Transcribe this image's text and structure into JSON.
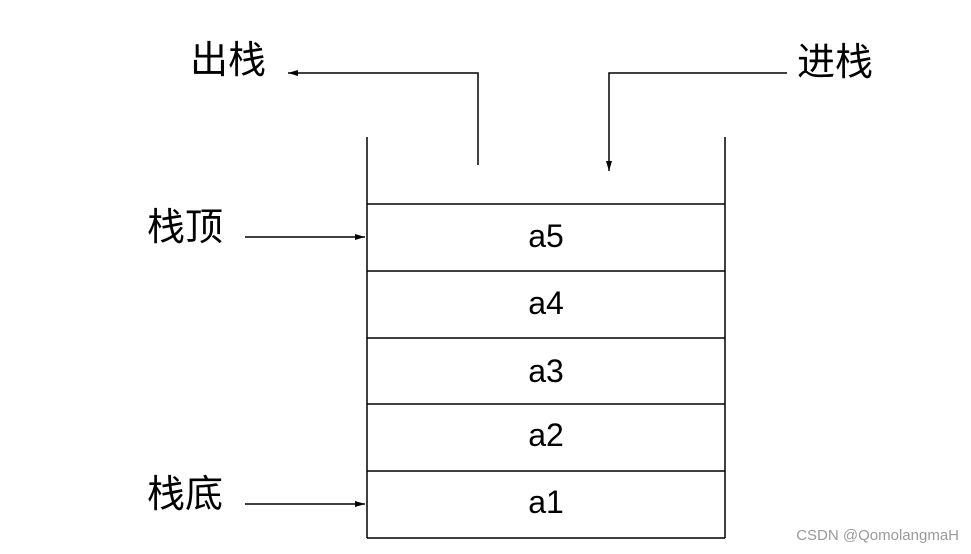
{
  "labels": {
    "pop": "出栈",
    "push": "进栈",
    "top": "栈顶",
    "bottom": "栈底"
  },
  "stack": {
    "items": [
      "a5",
      "a4",
      "a3",
      "a2",
      "a1"
    ]
  },
  "watermark": "CSDN @QomolangmaH"
}
